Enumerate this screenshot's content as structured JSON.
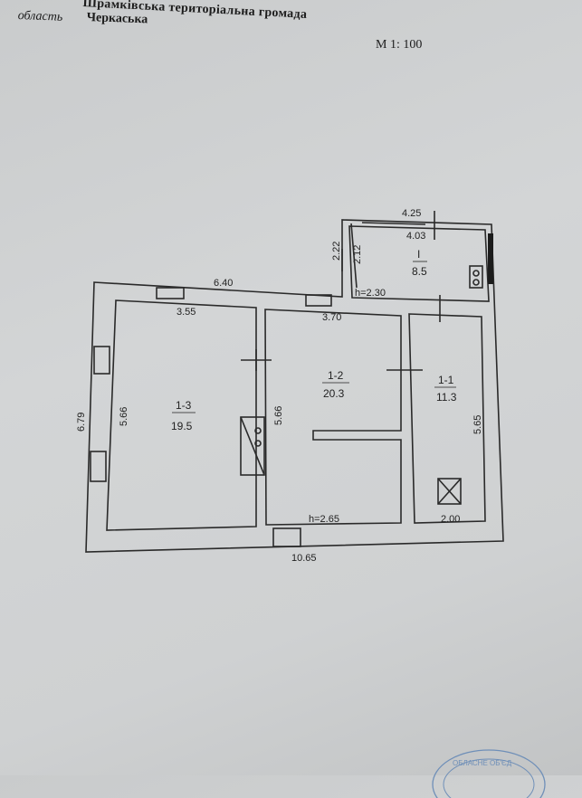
{
  "header": {
    "community": "Шрамківська  територіальна громада",
    "oblast_label": "область",
    "oblast_value": "Черкаська",
    "scale": "М 1: 100"
  },
  "dimensions": {
    "d_425": "4.25",
    "d_403": "4.03",
    "d_222": "2.22",
    "d_212": "2.12",
    "d_640": "6.40",
    "d_355": "3.55",
    "d_370": "3.70",
    "d_679": "6.79",
    "d_566a": "5.66",
    "d_566b": "5.66",
    "d_565": "5.65",
    "d_1065": "10.65",
    "d_200": "2.00"
  },
  "heights": {
    "h_230": "h=2.30",
    "h_265": "h=2.65"
  },
  "rooms": [
    {
      "id": "I",
      "area": "8.5"
    },
    {
      "id": "1-1",
      "area": "11.3"
    },
    {
      "id": "1-2",
      "area": "20.3"
    },
    {
      "id": "1-3",
      "area": "19.5"
    }
  ],
  "stamp": {
    "text": "ОБЛАСНЕ ОБ'ЄД"
  }
}
